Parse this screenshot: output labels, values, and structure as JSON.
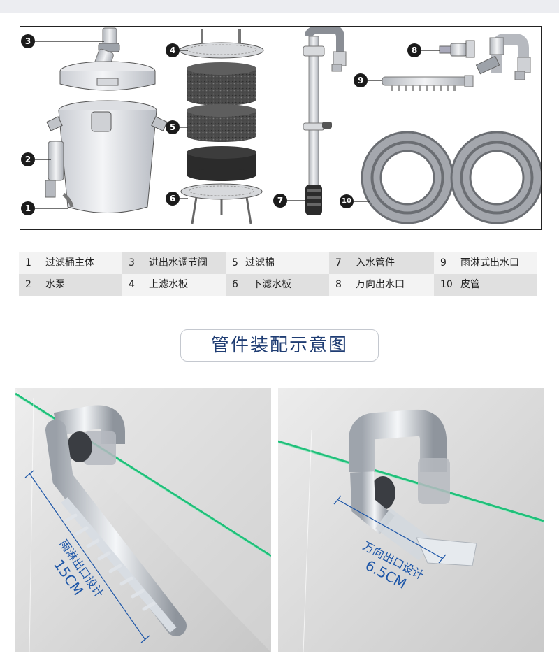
{
  "legend": {
    "rows": [
      [
        {
          "num": "1",
          "label": "过滤桶主体"
        },
        {
          "num": "3",
          "label": "进出水调节阀"
        },
        {
          "num": "5",
          "label": "过滤棉"
        },
        {
          "num": "7",
          "label": "入水管件"
        },
        {
          "num": "9",
          "label": "雨淋式出水口"
        }
      ],
      [
        {
          "num": "2",
          "label": "水泵"
        },
        {
          "num": "4",
          "label": "上滤水板"
        },
        {
          "num": "6",
          "label": "下滤水板"
        },
        {
          "num": "8",
          "label": "万向出水口"
        },
        {
          "num": "10",
          "label": "皮管"
        }
      ]
    ]
  },
  "callouts": [
    "1",
    "2",
    "3",
    "4",
    "5",
    "6",
    "7",
    "8",
    "9",
    "10"
  ],
  "section_title": "管件装配示意图",
  "photos": {
    "left": {
      "label": "雨淋出口设计",
      "size": "15CM"
    },
    "right": {
      "label": "万向出口设计",
      "size": "6.5CM"
    }
  },
  "colors": {
    "title_text": "#1f3d73",
    "dimension_text": "#1d56a8",
    "legend_shade": "#e0e0e0",
    "glass_edge": "#1fc07a"
  }
}
